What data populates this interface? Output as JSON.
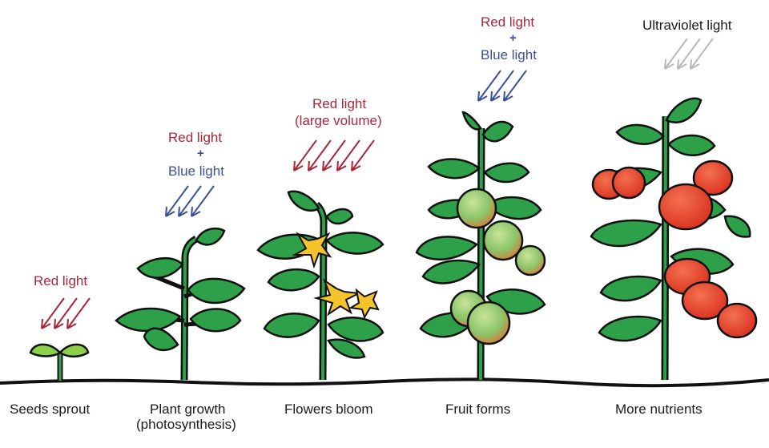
{
  "stages": [
    {
      "id": "sprout",
      "caption_line1": "Seeds sprout",
      "caption_line2": "",
      "light_lines": [
        "Red light"
      ],
      "arrow_color": "red"
    },
    {
      "id": "growth",
      "caption_line1": "Plant growth",
      "caption_line2": "(photosynthesis)",
      "light_lines": [
        "Red light",
        "Blue light"
      ],
      "arrow_color": "blue"
    },
    {
      "id": "flowers",
      "caption_line1": "Flowers bloom",
      "caption_line2": "",
      "light_lines": [
        "Red light",
        "(large volume)"
      ],
      "arrow_color": "red"
    },
    {
      "id": "fruit",
      "caption_line1": "Fruit forms",
      "caption_line2": "",
      "light_lines": [
        "Red light",
        "Blue light"
      ],
      "arrow_color": "blue"
    },
    {
      "id": "nutrients",
      "caption_line1": "More nutrients",
      "caption_line2": "",
      "light_lines": [
        "Ultraviolet light"
      ],
      "arrow_color": "gray"
    }
  ],
  "plus_symbol": "+",
  "colors": {
    "red_light": "#a8273b",
    "blue_light": "#3c4f9b",
    "uv_light": "#b8b8b8",
    "leaf": "#2fa04a",
    "stem": "#1f8a3a",
    "outline": "#111111",
    "green_fruit": "#8cc56a",
    "ripe_fruit": "#e8432e",
    "flower": "#f5c32a"
  }
}
